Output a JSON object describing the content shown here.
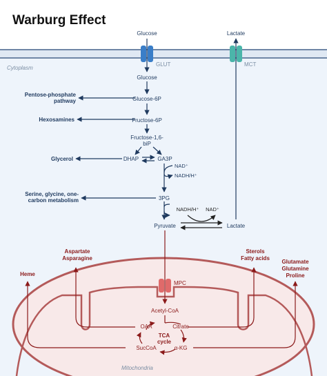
{
  "title": "Warburg Effect",
  "compartments": {
    "cytoplasm": "Cytoplasm",
    "mitochondria": "Mitochondria"
  },
  "transporters": {
    "glut": "GLUT",
    "mct": "MCT",
    "mpc": "MPC"
  },
  "metabolites": {
    "glucose_out": "Glucose",
    "lactate_out": "Lactate",
    "glucose_in": "Glucose",
    "glucose_6p": "Glucose-6P",
    "fructose_6p": "Fructose-6P",
    "fructose_bip_1": "Fructose-1,6-",
    "fructose_bip_2": "biP",
    "dhap": "DHAP",
    "ga3p": "GA3P",
    "nad_1": "NAD⁺",
    "nadh_1": "NADH/H⁺",
    "pg3": "3PG",
    "pyruvate": "Pyruvate",
    "lactate_in": "Lactate",
    "nadh_2": "NADH/H⁺",
    "nad_2": "NAD⁺",
    "acetyl_coa": "Acetyl-CoA",
    "oaa": "OAA",
    "citrate": "Citrate",
    "tca_1": "TCA",
    "tca_2": "cycle",
    "succoa": "SucCoA",
    "akg": "α-KG"
  },
  "side_pathways": {
    "pentose_1": "Pentose-phosphate",
    "pentose_2": "pathway",
    "hexosamines": "Hexosamines",
    "glycerol": "Glycerol",
    "serine_1": "Serine, glycine, one-",
    "serine_2": "carbon metabolism"
  },
  "outputs": {
    "aspartate": "Aspartate",
    "asparagine": "Asparagine",
    "heme": "Heme",
    "sterols": "Sterols",
    "fatty_acids": "Fatty acids",
    "glutamate": "Glutamate",
    "glutamine": "Glutamine",
    "proline": "Proline"
  },
  "colors": {
    "navy": "#1f3a5f",
    "red": "#8b1a1a",
    "membrane": "#6f86a6",
    "cell_bg": "#eef4fb",
    "glut": "#3a7ec8",
    "mct": "#4bb5aa",
    "mpc": "#e06a6a"
  }
}
